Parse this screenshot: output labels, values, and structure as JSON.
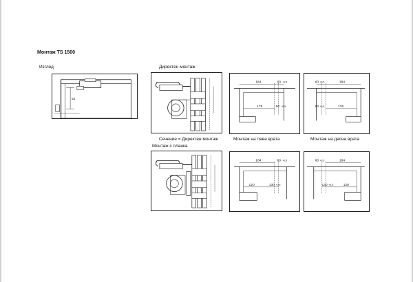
{
  "title": "Монтаж TS 1500",
  "labels": {
    "view": "Изглед",
    "direct_mount": "Директен монтаж",
    "section_direct": "Сечение = Директен монтаж",
    "left_door": "Монтаж на лява врата",
    "right_door": "Монтаж на дясна врата",
    "plate_mount": "Монтаж с планка"
  },
  "dims": {
    "view_height": "52",
    "d184": "184",
    "d60": "60",
    "d176": "176",
    "d120": "120",
    "d130": "130",
    "sub": "+0,5"
  }
}
